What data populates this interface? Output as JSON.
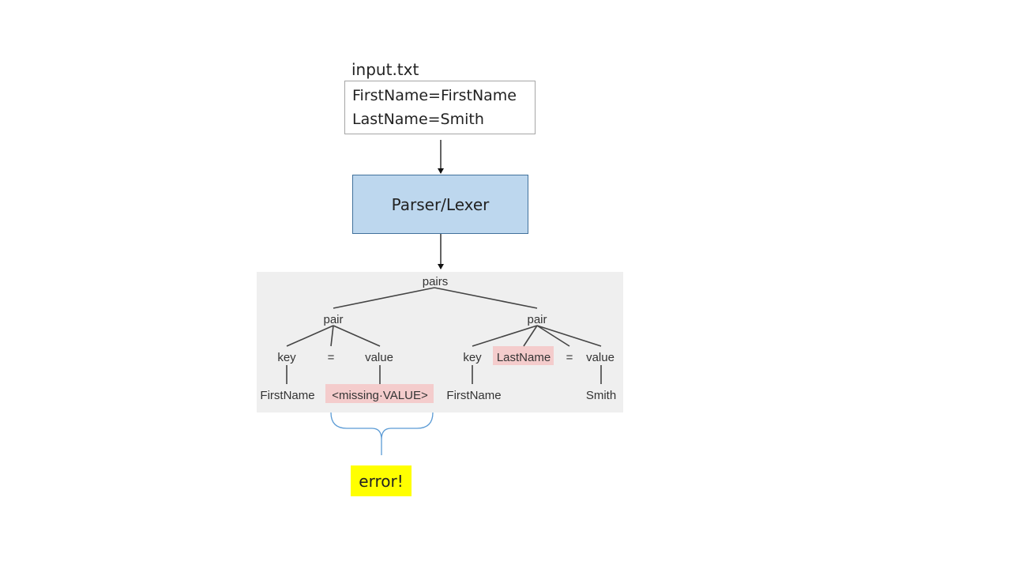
{
  "input_file": {
    "label": "input.txt",
    "lines": [
      "FirstName=FirstName",
      "LastName=Smith"
    ]
  },
  "parser": {
    "label": "Parser/Lexer"
  },
  "parse_tree": {
    "root": "pairs",
    "pair_left": "pair",
    "pair_right": "pair",
    "left": {
      "key": "key",
      "equals": "=",
      "value": "value",
      "key_leaf": "FirstName",
      "value_leaf": "<missing·VALUE>"
    },
    "right": {
      "key": "key",
      "extra_token": "LastName",
      "equals": "=",
      "value": "value",
      "key_leaf": "FirstName",
      "value_leaf": "Smith"
    }
  },
  "error": {
    "label": "error!"
  },
  "colors": {
    "parser_fill": "#bdd7ee",
    "parser_border": "#41719c",
    "tree_panel": "#efefef",
    "error_highlight": "#f4cccc",
    "error_badge": "#ffff00",
    "brace": "#5b9bd5"
  }
}
